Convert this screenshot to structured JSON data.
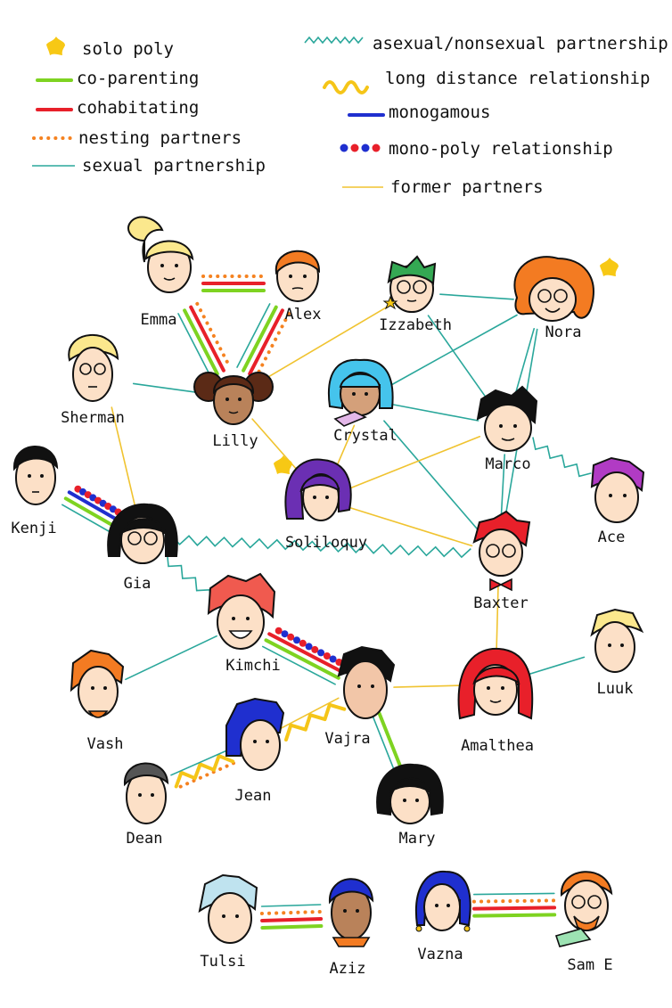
{
  "colors": {
    "coparenting": "#7ed321",
    "cohabitating": "#e8202a",
    "nesting": "#f58220",
    "sexual": "#2aa79b",
    "asexual": "#2aa79b",
    "longdistance": "#f5c518",
    "monogamous": "#1f2fcf",
    "monopoly_a": "#1f2fcf",
    "monopoly_b": "#e8202a",
    "former": "#f0c330",
    "star": "#f7c815"
  },
  "legend": {
    "solo_poly": "solo poly",
    "co_parenting": "co-parenting",
    "cohabitating": "cohabitating",
    "nesting": "nesting partners",
    "sexual": "sexual partnership",
    "asexual": "asexual/nonsexual partnership",
    "long_distance": "long distance relationship",
    "monogamous": "monogamous",
    "mono_poly": "mono-poly relationship",
    "former": "former partners"
  },
  "people": {
    "emma": "Emma",
    "alex": "Alex",
    "izzabeth": "Izzabeth",
    "nora": "Nora",
    "sherman": "Sherman",
    "lilly": "Lilly",
    "crystal": "Crystal",
    "marco": "Marco",
    "kenji": "Kenji",
    "soliloquy": "Soliloquy",
    "ace": "Ace",
    "gia": "Gia",
    "baxter": "Baxter",
    "kimchi": "Kimchi",
    "luuk": "Luuk",
    "vash": "Vash",
    "vajra": "Vajra",
    "amalthea": "Amalthea",
    "jean": "Jean",
    "dean": "Dean",
    "mary": "Mary",
    "tulsi": "Tulsi",
    "aziz": "Aziz",
    "vazna": "Vazna",
    "sam_e": "Sam E"
  },
  "solo_poly_people": [
    "izzabeth",
    "nora",
    "soliloquy"
  ],
  "relationships": [
    {
      "a": "emma",
      "b": "alex",
      "types": [
        "nesting",
        "cohabitating",
        "coparenting"
      ]
    },
    {
      "a": "emma",
      "b": "lilly",
      "types": [
        "nesting",
        "cohabitating",
        "coparenting",
        "sexual"
      ]
    },
    {
      "a": "alex",
      "b": "lilly",
      "types": [
        "nesting",
        "cohabitating",
        "coparenting",
        "sexual"
      ]
    },
    {
      "a": "sherman",
      "b": "lilly",
      "types": [
        "sexual"
      ]
    },
    {
      "a": "lilly",
      "b": "izzabeth",
      "types": [
        "former"
      ]
    },
    {
      "a": "lilly",
      "b": "soliloquy",
      "types": [
        "former"
      ]
    },
    {
      "a": "sherman",
      "b": "gia",
      "types": [
        "former"
      ]
    },
    {
      "a": "izzabeth",
      "b": "nora",
      "types": [
        "sexual"
      ]
    },
    {
      "a": "izzabeth",
      "b": "marco",
      "types": [
        "sexual"
      ]
    },
    {
      "a": "nora",
      "b": "crystal",
      "types": [
        "sexual"
      ]
    },
    {
      "a": "nora",
      "b": "marco",
      "types": [
        "sexual"
      ]
    },
    {
      "a": "nora",
      "b": "baxter",
      "types": [
        "sexual"
      ]
    },
    {
      "a": "crystal",
      "b": "marco",
      "types": [
        "sexual"
      ]
    },
    {
      "a": "crystal",
      "b": "baxter",
      "types": [
        "sexual"
      ]
    },
    {
      "a": "crystal",
      "b": "soliloquy",
      "types": [
        "former"
      ]
    },
    {
      "a": "marco",
      "b": "soliloquy",
      "types": [
        "former"
      ]
    },
    {
      "a": "marco",
      "b": "ace",
      "types": [
        "asexual"
      ]
    },
    {
      "a": "marco",
      "b": "baxter",
      "types": [
        "sexual"
      ]
    },
    {
      "a": "soliloquy",
      "b": "baxter",
      "types": [
        "former"
      ]
    },
    {
      "a": "kenji",
      "b": "gia",
      "types": [
        "monopoly",
        "monogamous",
        "coparenting",
        "sexual"
      ]
    },
    {
      "a": "gia",
      "b": "baxter",
      "types": [
        "asexual"
      ]
    },
    {
      "a": "gia",
      "b": "kimchi",
      "types": [
        "asexual"
      ]
    },
    {
      "a": "kimchi",
      "b": "vajra",
      "types": [
        "monopoly",
        "cohabitating",
        "coparenting",
        "sexual"
      ]
    },
    {
      "a": "kimchi",
      "b": "vash",
      "types": [
        "sexual"
      ]
    },
    {
      "a": "baxter",
      "b": "amalthea",
      "types": [
        "former"
      ]
    },
    {
      "a": "amalthea",
      "b": "luuk",
      "types": [
        "sexual"
      ]
    },
    {
      "a": "vajra",
      "b": "amalthea",
      "types": [
        "former"
      ]
    },
    {
      "a": "vajra",
      "b": "jean",
      "types": [
        "longdistance",
        "former"
      ]
    },
    {
      "a": "vajra",
      "b": "mary",
      "types": [
        "coparenting",
        "sexual"
      ]
    },
    {
      "a": "jean",
      "b": "dean",
      "types": [
        "nesting",
        "longdistance",
        "sexual"
      ]
    },
    {
      "a": "tulsi",
      "b": "aziz",
      "types": [
        "sexual",
        "nesting",
        "cohabitating",
        "coparenting"
      ]
    },
    {
      "a": "vazna",
      "b": "sam_e",
      "types": [
        "sexual",
        "nesting",
        "cohabitating",
        "coparenting"
      ]
    }
  ]
}
